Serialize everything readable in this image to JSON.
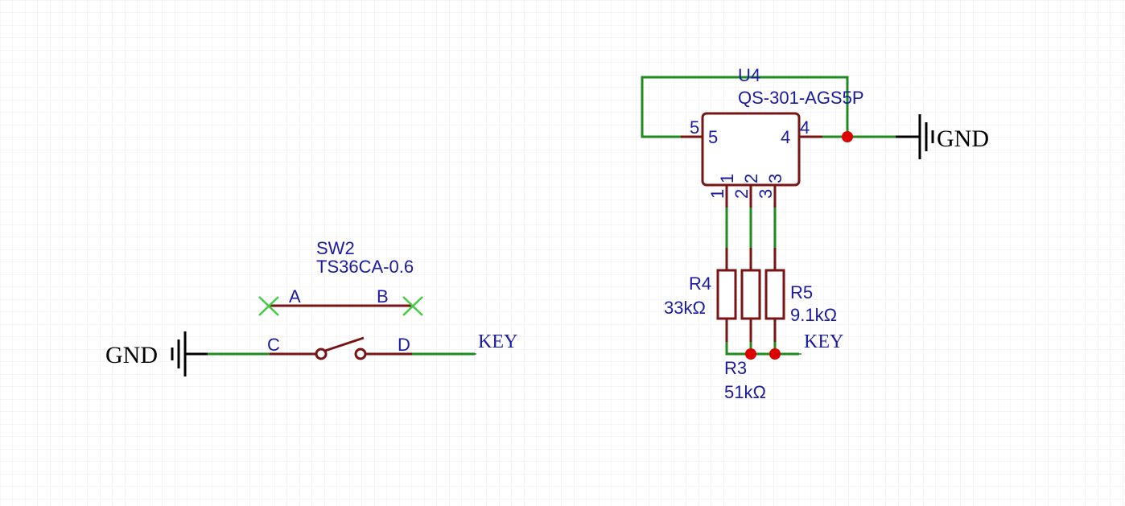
{
  "colors": {
    "background": "#ffffff",
    "grid": "#e6e6e6",
    "wire": "#1f8a1f",
    "component": "#7a1414",
    "label": "#1a1aa6",
    "junction": "#dd0000",
    "noconnect": "#44cc44"
  },
  "switch": {
    "designator": "SW2",
    "value": "TS36CA-0.6",
    "pins": [
      "A",
      "B",
      "C",
      "D"
    ]
  },
  "left_gnd": {
    "label": "GND"
  },
  "left_key": {
    "label": "KEY"
  },
  "ic": {
    "designator": "U4",
    "value": "QS-301-AGS5P",
    "pin5_outer": "5",
    "pin5_inner": "5",
    "pin4_outer": "4",
    "pin4_inner": "4",
    "pin1_outer": "1",
    "pin1_inner": "1",
    "pin2_outer": "2",
    "pin2_inner": "2",
    "pin3_outer": "3",
    "pin3_inner": "3"
  },
  "right_gnd": {
    "label": "GND"
  },
  "right_key": {
    "label": "KEY"
  },
  "resistors": {
    "r4": {
      "designator": "R4",
      "value": "33kΩ"
    },
    "r5": {
      "designator": "R5",
      "value": "9.1kΩ"
    },
    "r3": {
      "designator": "R3",
      "value": "51kΩ"
    }
  }
}
